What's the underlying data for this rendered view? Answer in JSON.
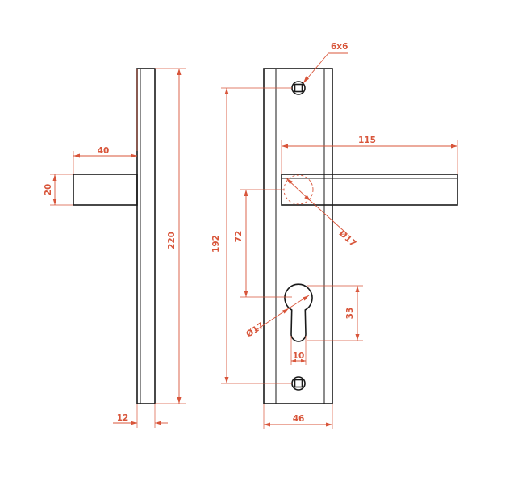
{
  "colors": {
    "object": "#1a1a1a",
    "dimension": "#d8553a",
    "background": "#ffffff"
  },
  "dims": {
    "side_handle_length": "40",
    "side_handle_height": "20",
    "side_plate_height": "220",
    "side_plate_thickness": "12",
    "front_plate_width": "46",
    "spindle_square": "6x6",
    "lever_length": "115",
    "rose_diameter": "Ø17",
    "screw_spacing": "192",
    "backset_spacing": "72",
    "cylinder_height": "33",
    "cylinder_width": "10",
    "cylinder_round_diameter": "Ø17"
  }
}
